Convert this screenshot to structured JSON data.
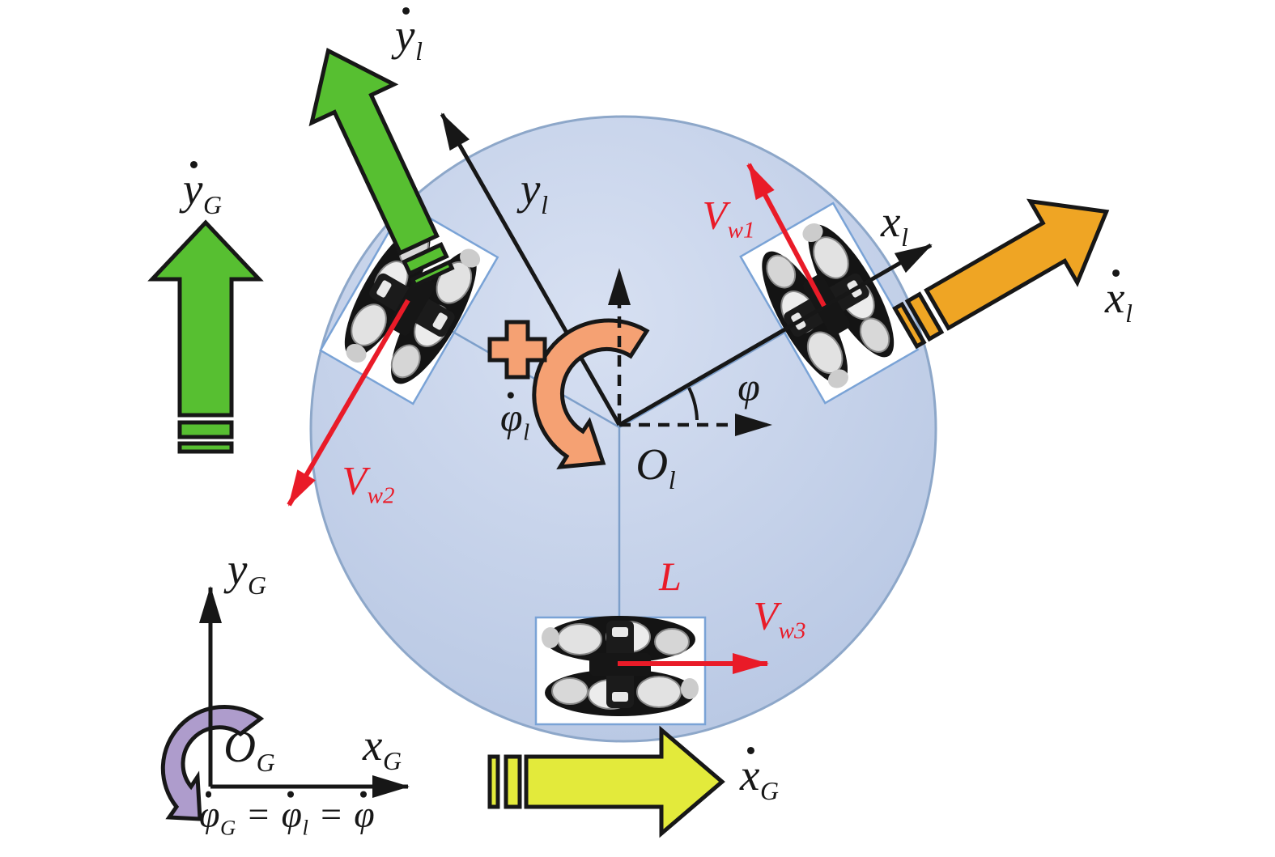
{
  "colors": {
    "green": "#57bf31",
    "orange": "#efa524",
    "yellow": "#e3ea3b",
    "salmon": "#f5a173",
    "purple": "#ae9ccc",
    "red": "#e91b28",
    "body-fill": "#d7e0f2",
    "body-fill-edge": "#b5c5e2",
    "body-stroke": "#8da7c9",
    "box-stroke": "#7aa3d6",
    "spoke": "#7d9fca",
    "axis": "#171717"
  },
  "labels": {
    "global_frame": {
      "y_axis": {
        "main": "y",
        "sub": "G"
      },
      "x_axis": {
        "main": "x",
        "sub": "G"
      },
      "origin": {
        "main": "O",
        "sub": "G"
      },
      "y_velocity": {
        "main": "y",
        "sub": "G"
      },
      "x_velocity": {
        "main": "x",
        "sub": "G"
      }
    },
    "local_frame": {
      "y_axis": {
        "main": "y",
        "sub": "l"
      },
      "x_axis": {
        "main": "x",
        "sub": "l"
      },
      "origin": {
        "main": "O",
        "sub": "l"
      },
      "y_velocity": {
        "main": "y",
        "sub": "l"
      },
      "x_velocity": {
        "main": "x",
        "sub": "l"
      },
      "heading_angle": "φ",
      "yaw_rate": {
        "main": "φ",
        "sub": "l"
      }
    },
    "wheels": {
      "v1": {
        "main": "V",
        "sub": "w1"
      },
      "v2": {
        "main": "V",
        "sub": "w2"
      },
      "v3": {
        "main": "V",
        "sub": "w3"
      },
      "radius": "L"
    },
    "equation": {
      "lhs": {
        "main": "φ",
        "sub": "G"
      },
      "eq1": "=",
      "mid": {
        "main": "φ",
        "sub": "l"
      },
      "eq2": "=",
      "rhs": {
        "main": "φ",
        "sub": ""
      }
    }
  }
}
